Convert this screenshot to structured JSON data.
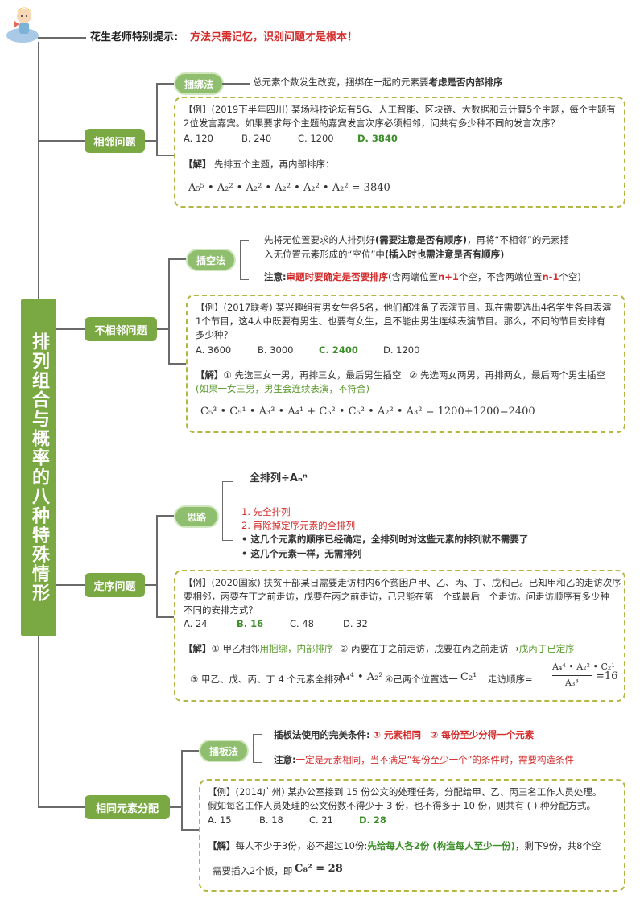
{
  "header": {
    "tip_label": "花生老师特别提示:",
    "tip_text": "方法只需记忆，识别问题才是根本！"
  },
  "main_title": "排列组合与概率的八种特殊情形",
  "sections": {
    "adjacent": {
      "branch": "相邻问题",
      "method": "捆绑法",
      "method_desc_a": "总元素个数发生改变，捆绑在一起的元素要",
      "method_desc_b": "考虑是否内部排序",
      "example_l1": "【例】(2019下半年四川) 某场科技论坛有5G、人工智能、区块链、大数据和云计算5个主题，每个主题有",
      "example_l2": "2位发言嘉宾。如果要求每个主题的嘉宾发言次序必须相邻，问共有多少种不同的发言次序？",
      "options": [
        "A. 120",
        "B. 240",
        "C. 1200",
        "D. 3840"
      ],
      "solution_label": "【解】",
      "solution_text": "先排五个主题，再内部排序：",
      "formula": "A₅⁵ • A₂² • A₂² • A₂² • A₂² • A₂² = 3840"
    },
    "nonadjacent": {
      "branch": "不相邻问题",
      "method": "插空法",
      "desc_l1a": "先将无位置要求的人排列好",
      "desc_l1b": "(需要注意是否有顺序)",
      "desc_l1c": "，再将“不相邻”的元素插",
      "desc_l2a": "入无位置元素形成的“空位”中",
      "desc_l2b": "(插入时也需注意是否有顺序)",
      "note_label": "注意:",
      "note_red": "审题时要确定是否要排序",
      "note_a": "(含两端位置",
      "note_b": "n+1",
      "note_c": "个空，不含两端位置",
      "note_d": "n-1",
      "note_e": "个空)",
      "example_l1": "【例】(2017联考) 某兴趣组有男女生各5名，他们都准备了表演节目。现在需要选出4名学生各自表演",
      "example_l2": "1个节目，这4人中既要有男生、也要有女生，且不能由男生连续表演节目。那么，不同的节目安排有",
      "example_l3": "多少种？",
      "options": [
        "A. 3600",
        "B. 3000",
        "C. 2400",
        "D. 1200"
      ],
      "solution_label": "【解】",
      "solution_a": "① 先选三女一男，再排三女，最后男生插空",
      "solution_b": "② 先选两女两男，再排两女，最后两个男生插空",
      "solution_note": "(如果一女三男，男生会连续表演，不符合)",
      "formula": "C₅³ • C₅¹ • A₃³ • A₄¹ + C₅² • C₅² • A₂² • A₃² = 1200+1200=2400"
    },
    "ordered": {
      "branch": "定序问题",
      "method": "思路",
      "full_perm": "全排列÷Aₙⁿ",
      "step1": "1. 先全排列",
      "step2": "2. 再除掉定序元素的全排列",
      "bullet1": "• 这几个元素的顺序已经确定，全排列时对这些元素的排列就不需要了",
      "bullet2": "• 这几个元素一样，无需排列",
      "example_l1": "【例】(2020国家) 扶贫干部某日需要走访村内6个贫困户甲、乙、丙、丁、戊和己。已知甲和乙的走访次序",
      "example_l2": "要相邻，丙要在丁之前走访，戊要在丙之前走访，己只能在第一个或最后一个走访。问走访顺序有多少种",
      "example_l3": "不同的安排方式？",
      "options": [
        "A. 24",
        "B. 16",
        "C. 48",
        "D. 32"
      ],
      "solution_label": "【解】",
      "sol1_a": "① 甲乙相邻",
      "sol1_b": "用捆绑，",
      "sol1_c": "内部排序",
      "sol2": "② 丙要在丁之前走访，戊要在丙之前走访 →",
      "sol2_green": "戊丙丁已定序",
      "sol3": "③ 甲乙、戊、丙、丁 4 个元素全排列",
      "sol3_formula": "A₄⁴ • A₂²",
      "sol4": "④己两个位置选一",
      "sol4_formula": "C₂¹",
      "sol5": "走访顺序=",
      "sol5_num": "A₄⁴ • A₂² • C₂¹",
      "sol5_den": "A₃³",
      "sol5_result": "=16"
    },
    "identical": {
      "branch": "相同元素分配",
      "method": "插板法",
      "cond_label": "插板法使用的完美条件:",
      "cond_red": "① 元素相同　② 每份至少分得一个元素",
      "note_label": "注意:",
      "note_red": "一定是元素相同，当不满足“每份至少一个”的条件时，需要构造条件",
      "example_l1": "【例】(2014广州) 某办公室接到 15 份公文的处理任务，分配给甲、乙、丙三名工作人员处理。",
      "example_l2": "假如每名工作人员处理的公文份数不得少于 3 份，也不得多于 10 份，则共有 ( ) 种分配方式。",
      "options": [
        "A. 15",
        "B. 18",
        "C. 21",
        "D. 28"
      ],
      "solution_label": "【解】",
      "solution_a": "每人不少于3份，必不超过10份:",
      "solution_green": "先给每人各2份 (构造每人至少一份)",
      "solution_b": "，剩下9份，共8个空",
      "solution_c": "需要插入2个板，即",
      "formula": "C₈² = 28"
    }
  },
  "colors": {
    "branch_green": "#7aa842",
    "pill_green": "#8fbf6e",
    "answer_green": "#3d8e2a",
    "red": "#d42b2b",
    "dash_border": "#b6b646"
  }
}
